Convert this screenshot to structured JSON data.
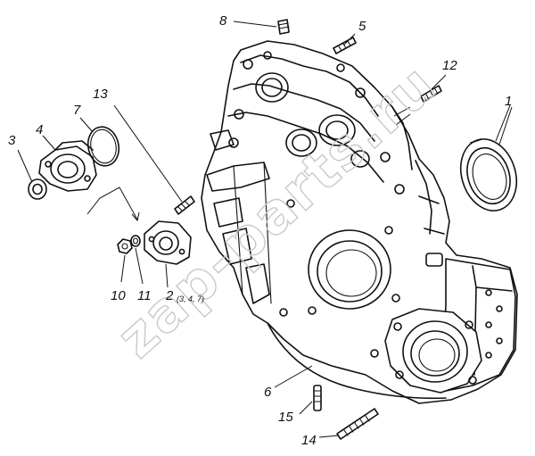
{
  "diagram": {
    "callouts": [
      {
        "id": "c1",
        "label": "1"
      },
      {
        "id": "c2",
        "label": "2"
      },
      {
        "id": "c2sub",
        "label": "(3, 4, 7)"
      },
      {
        "id": "c3",
        "label": "3"
      },
      {
        "id": "c4",
        "label": "4"
      },
      {
        "id": "c5",
        "label": "5"
      },
      {
        "id": "c6",
        "label": "6"
      },
      {
        "id": "c7",
        "label": "7"
      },
      {
        "id": "c8",
        "label": "8"
      },
      {
        "id": "c10",
        "label": "10"
      },
      {
        "id": "c11",
        "label": "11"
      },
      {
        "id": "c12",
        "label": "12"
      },
      {
        "id": "c13",
        "label": "13"
      },
      {
        "id": "c14",
        "label": "14"
      },
      {
        "id": "c15",
        "label": "15"
      }
    ],
    "watermark": "zap-parts.ru",
    "colors": {
      "ink": "#111111",
      "watermark": "#c9c9c9",
      "paper": "#ffffff"
    }
  }
}
